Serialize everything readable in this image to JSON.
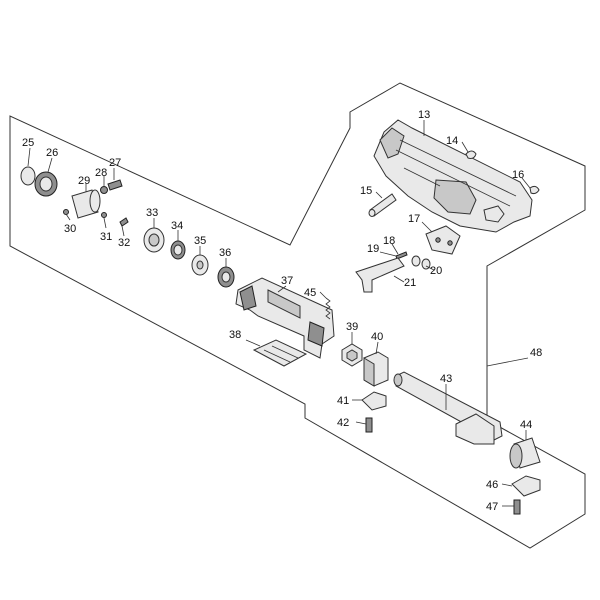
{
  "callouts": [
    {
      "id": "25",
      "label": "25"
    },
    {
      "id": "26",
      "label": "26"
    },
    {
      "id": "27",
      "label": "27"
    },
    {
      "id": "28",
      "label": "28"
    },
    {
      "id": "29",
      "label": "29"
    },
    {
      "id": "30",
      "label": "30"
    },
    {
      "id": "31",
      "label": "31"
    },
    {
      "id": "32",
      "label": "32"
    },
    {
      "id": "33",
      "label": "33"
    },
    {
      "id": "34",
      "label": "34"
    },
    {
      "id": "35",
      "label": "35"
    },
    {
      "id": "36",
      "label": "36"
    },
    {
      "id": "37",
      "label": "37"
    },
    {
      "id": "38",
      "label": "38"
    },
    {
      "id": "39",
      "label": "39"
    },
    {
      "id": "40",
      "label": "40"
    },
    {
      "id": "41",
      "label": "41"
    },
    {
      "id": "42",
      "label": "42"
    },
    {
      "id": "43",
      "label": "43"
    },
    {
      "id": "44",
      "label": "44"
    },
    {
      "id": "45",
      "label": "45"
    },
    {
      "id": "46",
      "label": "46"
    },
    {
      "id": "47",
      "label": "47"
    },
    {
      "id": "48",
      "label": "48"
    },
    {
      "id": "13",
      "label": "13"
    },
    {
      "id": "14",
      "label": "14"
    },
    {
      "id": "15",
      "label": "15"
    },
    {
      "id": "16",
      "label": "16"
    },
    {
      "id": "17",
      "label": "17"
    },
    {
      "id": "18",
      "label": "18"
    },
    {
      "id": "19",
      "label": "19"
    },
    {
      "id": "20",
      "label": "20"
    },
    {
      "id": "21",
      "label": "21"
    }
  ]
}
